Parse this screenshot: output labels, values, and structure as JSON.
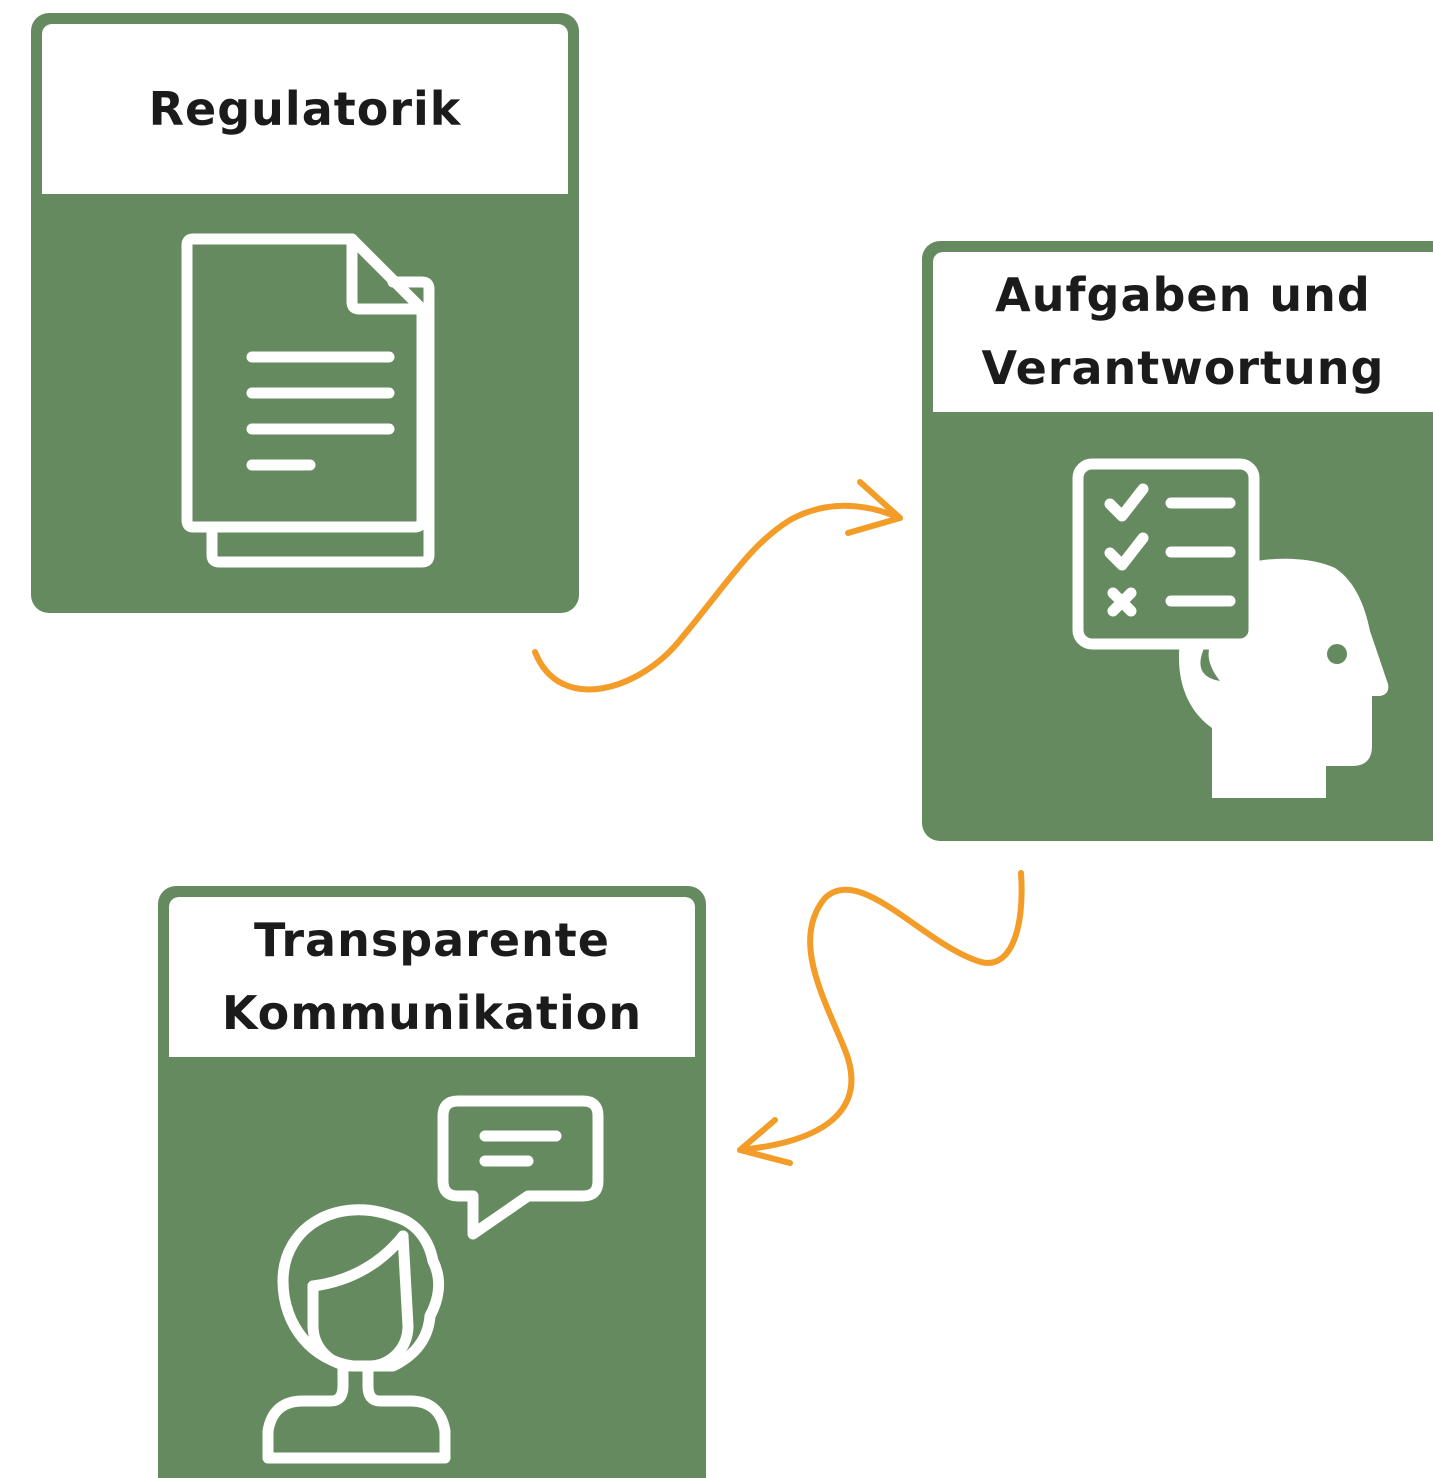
{
  "colors": {
    "card_green": "#668a5f",
    "arrow_orange": "#f39c28",
    "icon_white": "#ffffff",
    "title_text": "#1b1b1b"
  },
  "cards": [
    {
      "title": "Regulatorik",
      "icon": "document-icon"
    },
    {
      "title_line1": "Aufgaben und",
      "title_line2": "Verantwortung",
      "icon": "checklist-head-icon"
    },
    {
      "title_line1": "Transparente",
      "title_line2": "Kommunikation",
      "icon": "person-speech-icon"
    }
  ],
  "connectors": [
    "arrow-regulatorik-to-aufgaben",
    "arrow-aufgaben-to-kommunikation"
  ]
}
